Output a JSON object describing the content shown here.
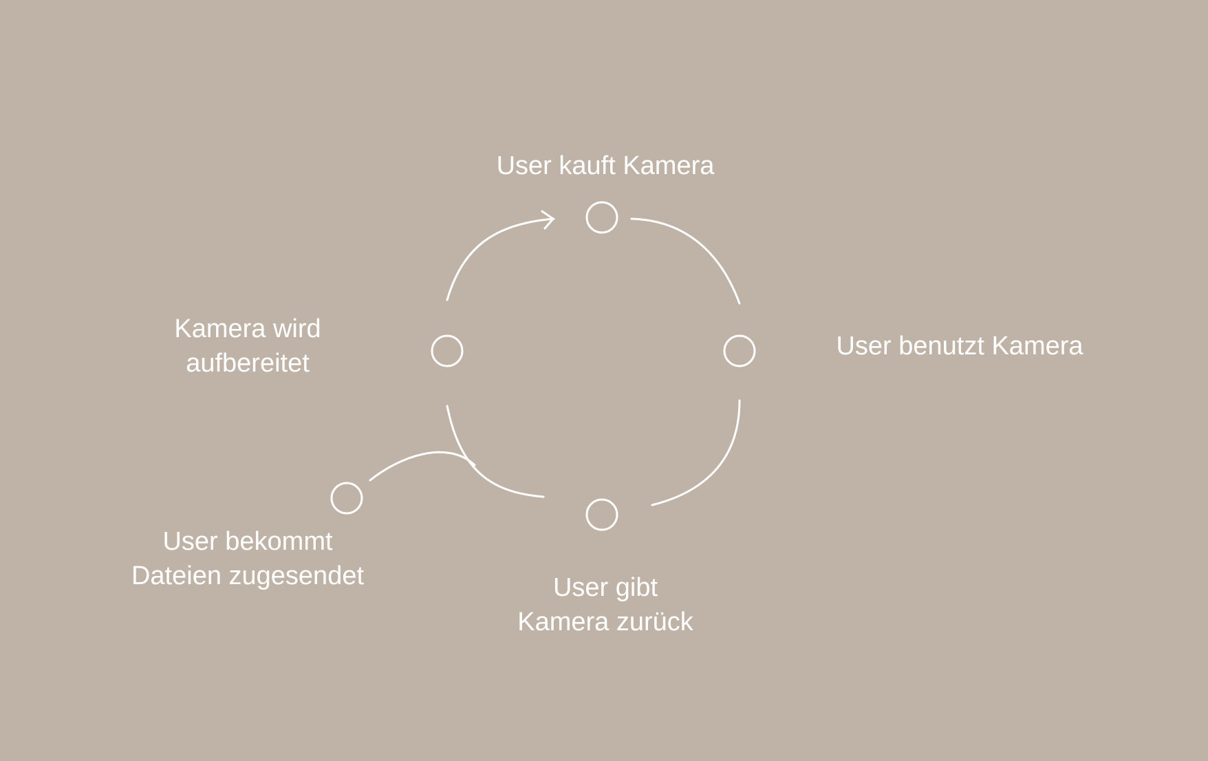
{
  "colors": {
    "background": "#bfb3a7",
    "foreground": "#ffffff"
  },
  "steps": [
    {
      "id": "buy",
      "lines": [
        "User kauft Kamera"
      ]
    },
    {
      "id": "use",
      "lines": [
        "User benutzt Kamera"
      ]
    },
    {
      "id": "return",
      "lines": [
        "User gibt",
        "Kamera zurück"
      ]
    },
    {
      "id": "refurbish",
      "lines": [
        "Kamera wird",
        "aufbereitet"
      ]
    },
    {
      "id": "files",
      "lines": [
        "User bekommt",
        "Dateien zugesendet"
      ]
    }
  ],
  "icons": {
    "node": "circle-node-icon",
    "arrow": "arrowhead-icon"
  }
}
